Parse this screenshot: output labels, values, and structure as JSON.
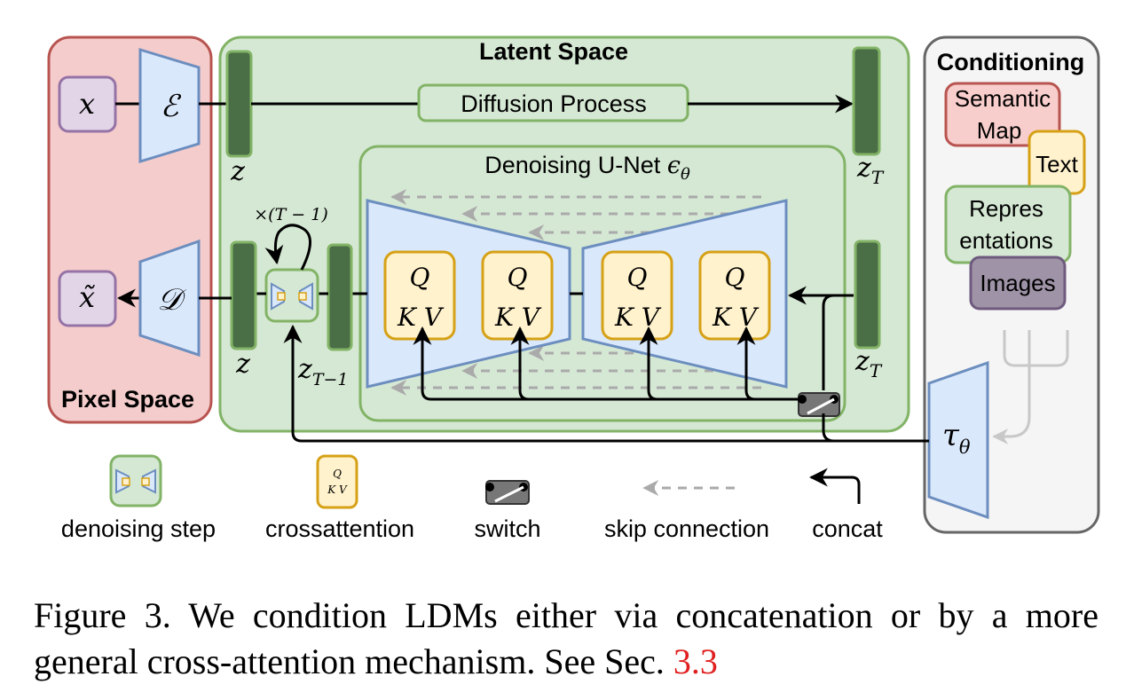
{
  "regions": {
    "pixel_space": "Pixel Space",
    "latent_space": "Latent Space",
    "conditioning": "Conditioning"
  },
  "symbols": {
    "x": "x",
    "x_tilde": "x̃",
    "encoder": "ℰ",
    "decoder": "𝒟",
    "z": "z",
    "z_T_top": "z_T",
    "z_T_bottom": "z_T",
    "z_T_minus_1": "z_{T−1}",
    "tau_theta": "τ_θ",
    "repeat": "×(T − 1)"
  },
  "labels": {
    "diffusion_process": "Diffusion Process",
    "unet_title": "Denoising U-Net ϵ_θ",
    "qkv_q": "Q",
    "qkv_kv": "K V"
  },
  "conditioning_items": [
    "Semantic Map",
    "Text",
    "Repres entations",
    "Images"
  ],
  "legend": {
    "denoising_step": "denoising step",
    "crossattention": "crossattention",
    "switch": "switch",
    "skip_connection": "skip connection",
    "concat": "concat"
  },
  "caption": {
    "text": "Figure 3.   We condition LDMs either via concatenation or by a more general cross-attention mechanism. See Sec. ",
    "ref": "3.3"
  },
  "colors": {
    "pixel_fill": "#f4cccc",
    "pixel_stroke": "#b85450",
    "latent_fill": "#d5e8d4",
    "latent_stroke": "#82b366",
    "cond_fill": "#f5f5f5",
    "cond_stroke": "#666666",
    "trapezoid_fill": "#dae8fc",
    "trapezoid_stroke": "#6c8ebf",
    "latent_bar": "#4a6e45",
    "qkv_fill": "#fff2cc",
    "qkv_stroke": "#d6a116",
    "xbox_fill": "#e1d5e7",
    "xbox_stroke": "#9673a6",
    "semantic_fill": "#f8cecc",
    "semantic_stroke": "#b85450",
    "images_fill": "#9f93a7",
    "images_stroke": "#6e5a7e",
    "skip": "#aaaaaa"
  }
}
